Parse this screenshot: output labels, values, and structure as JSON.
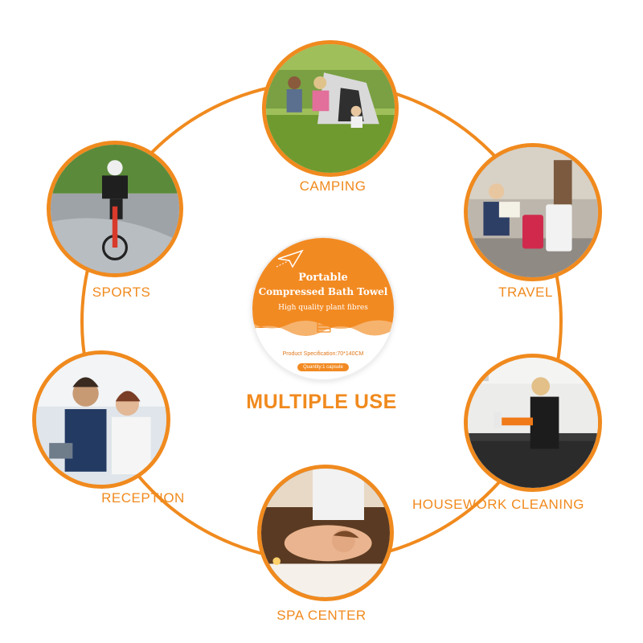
{
  "colors": {
    "accent": "#f08a1e",
    "product_orange": "#f28a22"
  },
  "headline": "MULTIPLE USE",
  "product": {
    "title_line1": "Portable",
    "title_line2": "Compressed Bath Towel",
    "subtitle": "High quality plant fibres",
    "specification": "Product Specification:70*140CM",
    "quantity": "Quantity:1 capsule"
  },
  "uses": [
    {
      "label": "CAMPING"
    },
    {
      "label": "TRAVEL"
    },
    {
      "label": "SPORTS"
    },
    {
      "label": "RECEPTION"
    },
    {
      "label": "HOUSEWORK CLEANING"
    },
    {
      "label": "SPA CENTER"
    }
  ]
}
